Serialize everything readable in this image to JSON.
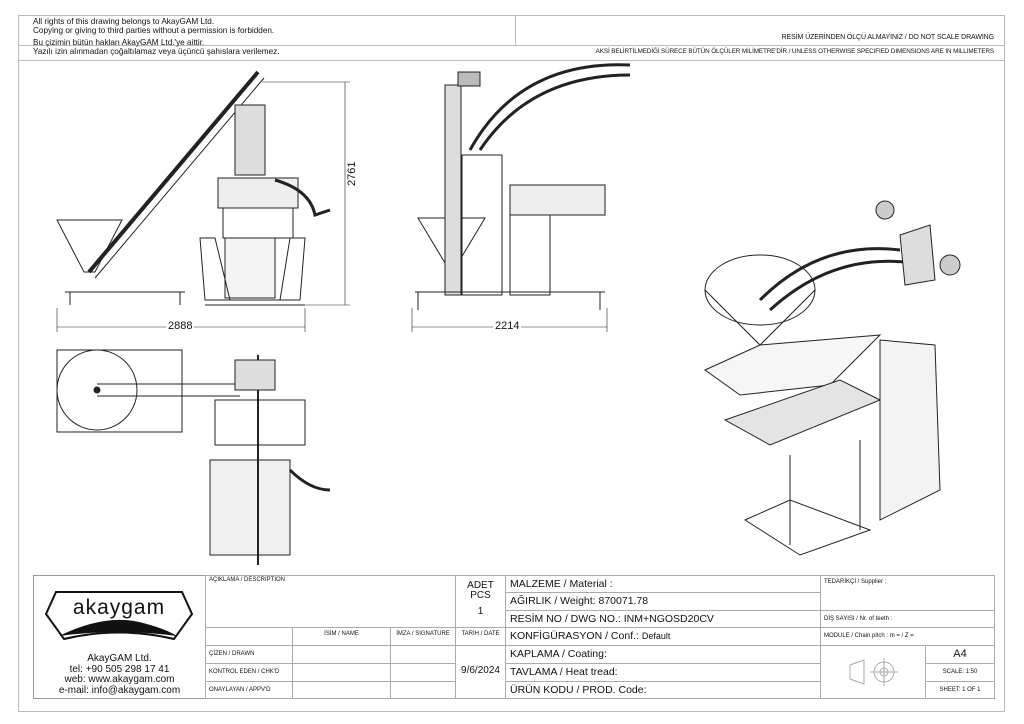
{
  "header": {
    "copyright_en_1": "All rights of this drawing belongs to AkayGAM Ltd.",
    "copyright_en_2": "Copying or giving to third parties without a permission is forbidden.",
    "copyright_tr_1": "Bu çizimin bütün hakları AkayGAM Ltd.'ye aittir.",
    "copyright_tr_2": "Yazılı izin alınmadan çoğaltılamaz veya üçüncü şahıslara verilemez.",
    "scale_note": "RESİM ÜZERİNDEN ÖLÇÜ ALMAYINIZ / DO NOT SCALE DRAWING",
    "units_note": "AKSİ BELİRTİLMEDİĞİ SÜRECE BÜTÜN ÖLÇÜLER MİLİMETRE'DİR / UNLESS OTHERWISE SPECIFIED DIMENSIONS ARE IN MILLIMETERS"
  },
  "dimensions": {
    "front_height": "2761",
    "front_width": "2888",
    "side_width": "2214"
  },
  "company": {
    "logo_text": "akaygam",
    "name": "AkayGAM Ltd.",
    "tel": "tel: +90 505 298 17 41",
    "web": "web: www.akaygam.com",
    "email": "e-mail: info@akaygam.com"
  },
  "title_block": {
    "description_label": "AÇIKLAMA / DESCRIPTION",
    "pcs_label_1": "ADET",
    "pcs_label_2": "PCS",
    "pcs_value": "1",
    "name_label": "İSİM / NAME",
    "signature_label": "İMZA / SIGNATURE",
    "date_label": "TARİH / DATE",
    "drawn_label": "ÇİZEN / DRAWN",
    "checked_label": "KONTROL EDEN / CHK'D",
    "approved_label": "ONAYLAYAN / APPV'D",
    "date_value": "9/6/2024",
    "material": "MALZEME / Material :",
    "weight": "AĞIRLIK / Weight: 870071.78",
    "dwg_no": "RESİM NO / DWG NO.:  INM+NGOSD20CV",
    "conf_label": "KONFİGÜRASYON / Conf.:",
    "conf_value": "Default",
    "coating": "KAPLAMA / Coating:",
    "heat_treat": "TAVLAMA / Heat tread:",
    "prod_code": "ÜRÜN KODU / PROD. Code:",
    "supplier": "TEDARİKÇİ / Supplier :",
    "teeth": "DİŞ SAYISI / Nr. of teeth :",
    "module": "MODULE / Chain pitch :  m =   / Z =",
    "paper": "A4",
    "scale": "SCALE: 1:50",
    "sheet": "SHEET: 1 OF 1"
  }
}
